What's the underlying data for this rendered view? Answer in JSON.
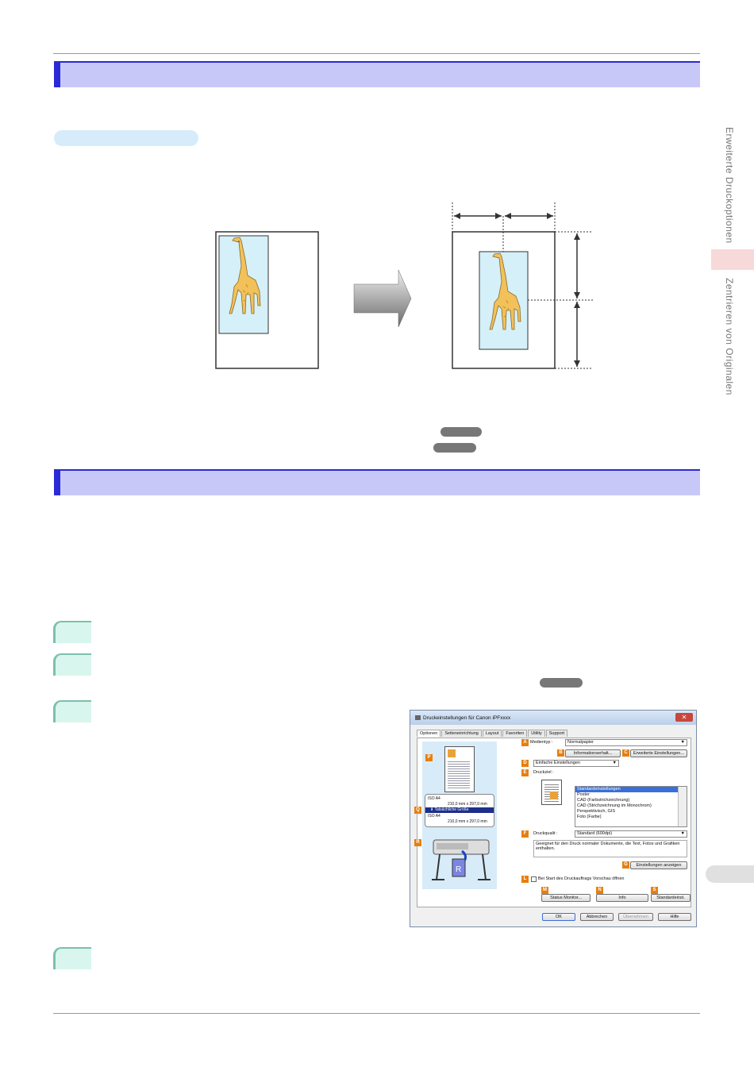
{
  "side_tabs": {
    "upper": "Erweiterte Druckoptionen",
    "lower": "Zentrieren von Originalen"
  },
  "dialog": {
    "title": "Druckeinstellungen für Canon iPFxxxx",
    "close": "✕",
    "tabs": [
      "Optionen",
      "Seiteneinrichtung",
      "Layout",
      "Favoriten",
      "Utility",
      "Support"
    ],
    "letters": {
      "A": "A",
      "B": "B",
      "C": "C",
      "D": "D",
      "E": "E",
      "F": "F",
      "G": "G",
      "L": "L",
      "M": "M",
      "N": "N",
      "S": "S",
      "P": "P",
      "Q": "Q",
      "R": "R"
    },
    "medientyp_label": "Medientyp :",
    "medientyp_value": "Normalpapier",
    "info_button": "Informationserhalt...",
    "advanced_button": "Erweiterte Einstellungen...",
    "mode_select": "Einfache Einstellungen",
    "druckziel_label": "Druckziel :",
    "druckziel_items": [
      "Standardeinstellungen",
      "Poster",
      "CAD (Farbstrichzeichnung)",
      "CAD (Strichzeichnung im Monochrom)",
      "Perspektivisch, GIS",
      "Foto (Farbe)"
    ],
    "druckqualitaet_label": "Druckqualit :",
    "druckqualitaet_value": "Standard (600dpi)",
    "description": "Geeignet für den Druck normaler Dokumente, die Text, Fotos und Grafiken enthalten.",
    "show_settings_button": "Einstellungen anzeigen",
    "preview_checkbox_label": "Bei Start des Druckauftrags Vorschau öffnen",
    "status_button": "Status Monitor...",
    "info2_button": "Info",
    "standard_button": "Standardeinst.",
    "paper_top": "ISO A4",
    "paper_top_size": "210,0 mm x 297,0 mm",
    "paper_actual": "Tatsächliche Größe",
    "paper_bottom": "ISO A4",
    "paper_bottom_size": "210,0 mm x 297,0 mm",
    "ok": "OK",
    "cancel": "Abbrechen",
    "apply": "Übernehmen",
    "help": "Hilfe"
  }
}
